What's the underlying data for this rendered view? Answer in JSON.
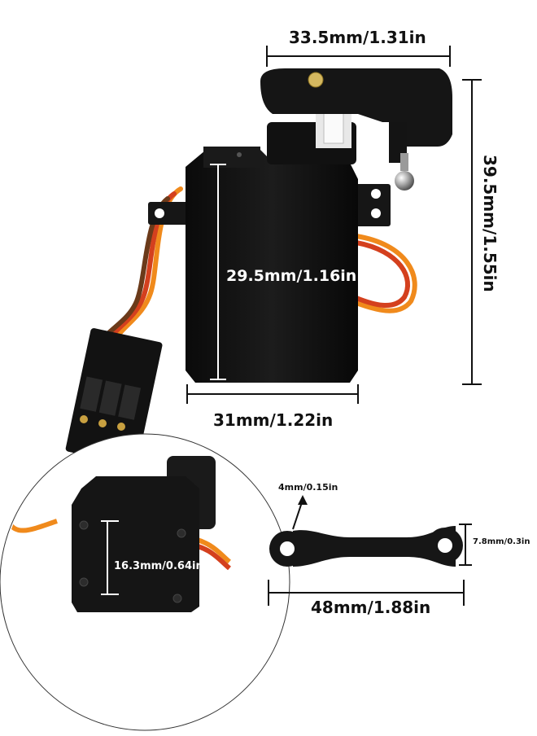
{
  "dimensions": {
    "top_width": "33.5mm/1.31in",
    "total_height": "39.5mm/1.55in",
    "body_height": "29.5mm/1.16in",
    "body_width": "31mm/1.22in",
    "body_depth": "16.3mm/0.64in",
    "link_hole": "4mm/0.15in",
    "link_height": "7.8mm/0.3in",
    "link_length": "48mm/1.88in"
  },
  "colors": {
    "servo_body": "#141414",
    "wire_orange": "#f08a1c",
    "wire_red": "#d4401e",
    "wire_brown": "#6b3a1a",
    "pin_gold": "#c8a040",
    "line": "#111111"
  },
  "icons": {
    "servo": "servo-motor-photo",
    "linkage": "ball-link-rod-photo",
    "connector": "three-pin-connector"
  }
}
